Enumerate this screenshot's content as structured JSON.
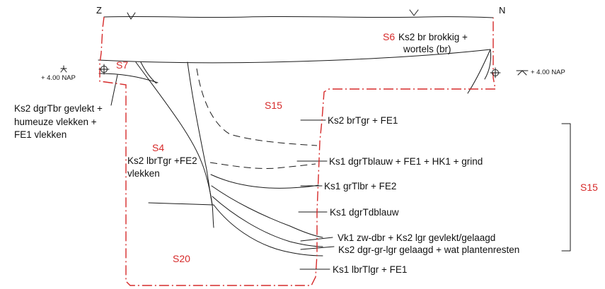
{
  "orientation": {
    "left": "Z",
    "right": "N"
  },
  "levels": {
    "left": "+ 4.00  NAP",
    "right": "+ 4.00 NAP"
  },
  "colors": {
    "ink": "#1a1a1a",
    "red": "#d62a2a"
  },
  "features": {
    "s6": "S6",
    "s7": "S7",
    "s15_upper": "S15",
    "s4": "S4",
    "s20": "S20",
    "s15_bracket": "S15"
  },
  "layers": {
    "s6_line1": "Ks2 br brokkig +",
    "s6_line2": "wortels (br)",
    "s7_line1": "Ks2  dgrTbr gevlekt +",
    "s7_line2": "humeuze vlekken +",
    "s7_line3": "FE1 vlekken",
    "s4_line1": "Ks2 lbrTgr +FE2",
    "s4_line2": "vlekken",
    "l1": "Ks2 brTgr + FE1",
    "l2": "Ks1 dgrTblauw + FE1 + HK1 + grind",
    "l3": "Ks1 grTlbr + FE2",
    "l4": "Ks1 dgrTdblauw",
    "l5": "Vk1 zw-dbr + Ks2 lgr gevlekt/gelaagd",
    "l6": "Ks2 dgr-gr-lgr gelaagd + wat plantenresten",
    "l7": "Ks1 lbrTlgr + FE1"
  }
}
